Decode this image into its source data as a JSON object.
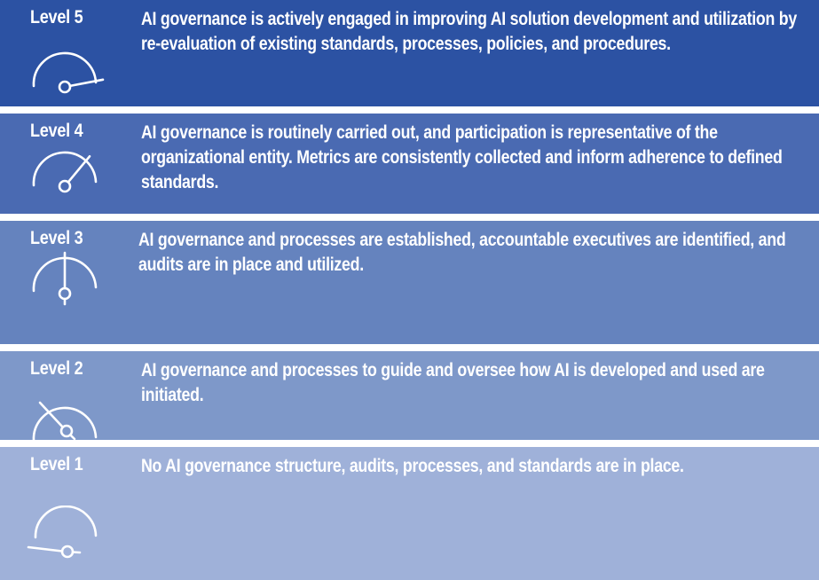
{
  "levels": [
    {
      "label": "Level 5",
      "description": "AI governance is actively engaged in improving AI solution development and utilization by re-evaluation of existing standards, processes, policies, and procedures.",
      "icon": "gauge-max-icon",
      "color": "#2c52a3"
    },
    {
      "label": "Level 4",
      "description": "AI governance is routinely carried out, and participation is representative of the organizational entity. Metrics are consistently collected and inform adherence to defined standards.",
      "icon": "gauge-high-icon",
      "color": "#4a6ab2"
    },
    {
      "label": "Level 3",
      "description": "AI governance and processes are established, accountable executives are identified, and audits are in place and utilized.",
      "icon": "gauge-mid-icon",
      "color": "#6583be"
    },
    {
      "label": "Level 2",
      "description": "AI governance and processes to guide and oversee how AI is developed and used are initiated.",
      "icon": "gauge-low-icon",
      "color": "#7e98c9"
    },
    {
      "label": "Level 1",
      "description": "No AI governance structure, audits, processes, and standards are in place.",
      "icon": "gauge-min-icon",
      "color": "#9fb1d9"
    }
  ]
}
